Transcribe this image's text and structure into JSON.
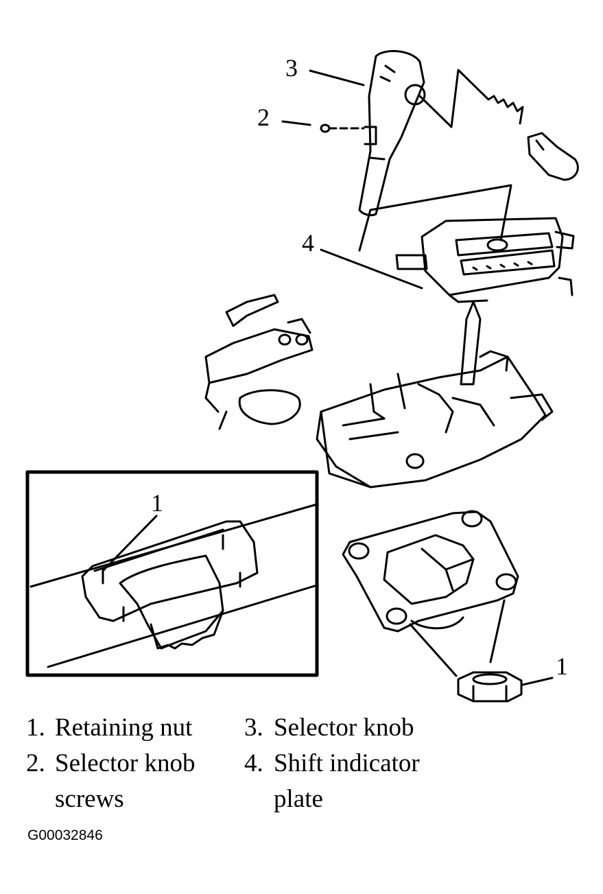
{
  "callouts": {
    "knob": "3",
    "screw": "2",
    "plate": "4",
    "inset_nut": "1",
    "nut": "1"
  },
  "legend": [
    {
      "num": "1.",
      "text": "Retaining nut",
      "cont": ""
    },
    {
      "num": "2.",
      "text": "Selector knob",
      "cont": "screws"
    },
    {
      "num": "3.",
      "text": "Selector knob",
      "cont": ""
    },
    {
      "num": "4.",
      "text": "Shift indicator",
      "cont": "plate"
    }
  ],
  "figure_id": "G00032846"
}
